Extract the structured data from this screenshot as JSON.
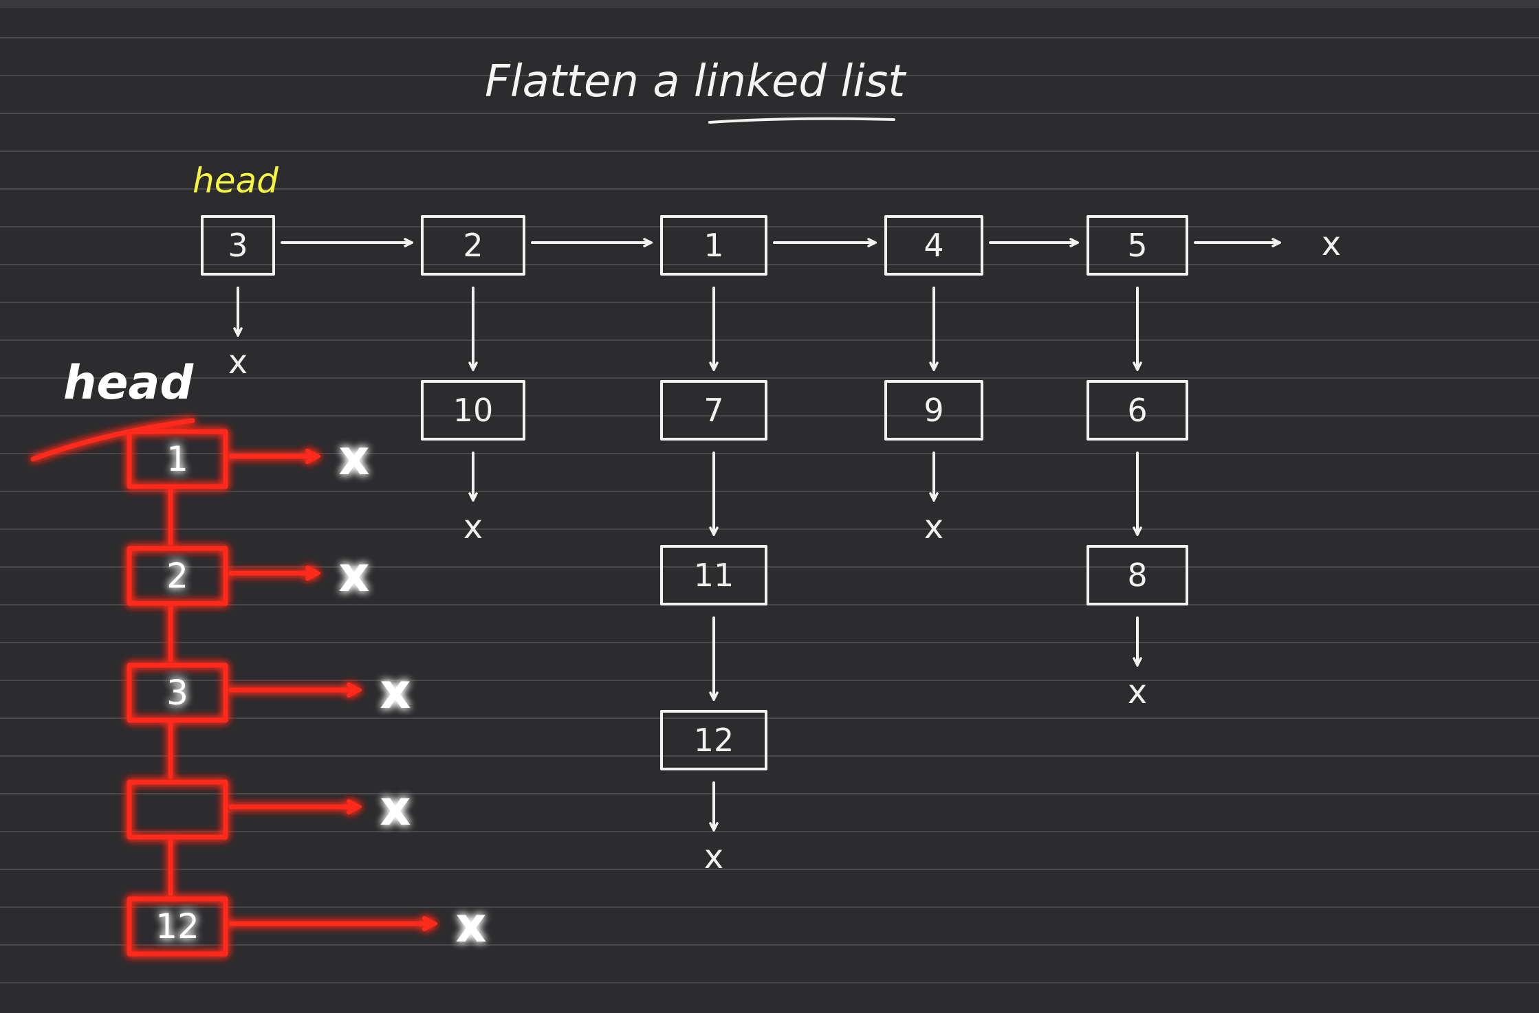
{
  "title": "Flatten a linked list",
  "head_label": "head",
  "flat_head_label": "head",
  "null_symbol": "x",
  "main_list": [
    {
      "value": "3",
      "child": []
    },
    {
      "value": "2",
      "child": [
        "10"
      ]
    },
    {
      "value": "1",
      "child": [
        "7",
        "11",
        "12"
      ]
    },
    {
      "value": "4",
      "child": [
        "9"
      ]
    },
    {
      "value": "5",
      "child": [
        "6",
        "8"
      ]
    }
  ],
  "flattened": [
    "1",
    "2",
    "3",
    "",
    "12"
  ],
  "colors": {
    "background": "#2c2c2e",
    "ruled_line": "#4a4a4c",
    "ink": "#f2f2f2",
    "head_highlight": "#f5f542",
    "annotation": "#ff2a1a"
  }
}
